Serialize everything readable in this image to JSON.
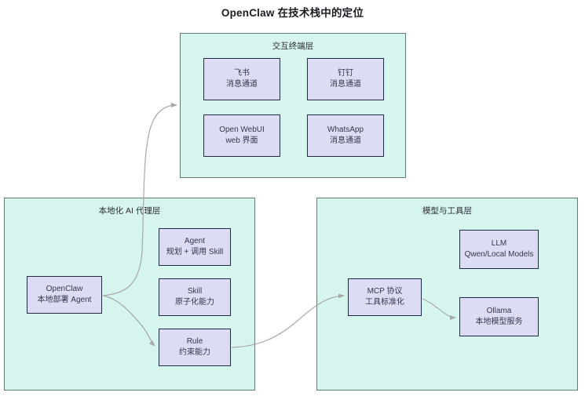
{
  "diagram": {
    "title": "OpenClaw 在技术栈中的定位",
    "colors": {
      "cluster_fill": "#d6f5ef",
      "cluster_stroke": "#5f7d78",
      "node_fill": "#dcdcf4",
      "node_stroke": "#1f2a44",
      "edge_stroke": "#a8a8a8",
      "text": "#36364a",
      "title_text": "#1c1c24"
    },
    "clusters": [
      {
        "id": "terminal-layer",
        "label": "交互终端层",
        "nodes": [
          {
            "id": "feishu",
            "line1": "飞书",
            "line2": "消息通道"
          },
          {
            "id": "dingtalk",
            "line1": "钉钉",
            "line2": "消息通道"
          },
          {
            "id": "open-webui",
            "line1": "Open WebUI",
            "line2": "web 界面"
          },
          {
            "id": "whatsapp",
            "line1": "WhatsApp",
            "line2": "消息通道"
          }
        ]
      },
      {
        "id": "agent-layer",
        "label": "本地化 AI 代理层",
        "nodes": [
          {
            "id": "openclaw",
            "line1": "OpenClaw",
            "line2": "本地部署 Agent"
          },
          {
            "id": "agent",
            "line1": "Agent",
            "line2": "规划 + 调用 Skill"
          },
          {
            "id": "skill",
            "line1": "Skill",
            "line2": "原子化能力"
          },
          {
            "id": "rule",
            "line1": "Rule",
            "line2": "约束能力"
          }
        ]
      },
      {
        "id": "model-layer",
        "label": "模型与工具层",
        "nodes": [
          {
            "id": "mcp",
            "line1": "MCP 协议",
            "line2": "工具标准化"
          },
          {
            "id": "llm",
            "line1": "LLM",
            "line2": "Qwen/Local Models"
          },
          {
            "id": "ollama",
            "line1": "Ollama",
            "line2": "本地模型服务"
          }
        ]
      }
    ],
    "edges": [
      {
        "id": "openclaw-to-terminal",
        "from": "openclaw",
        "to": "terminal-layer"
      },
      {
        "id": "openclaw-to-rule",
        "from": "openclaw",
        "to": "rule"
      },
      {
        "id": "rule-to-mcp",
        "from": "rule",
        "to": "mcp"
      },
      {
        "id": "mcp-to-ollama",
        "from": "mcp",
        "to": "ollama"
      }
    ]
  }
}
